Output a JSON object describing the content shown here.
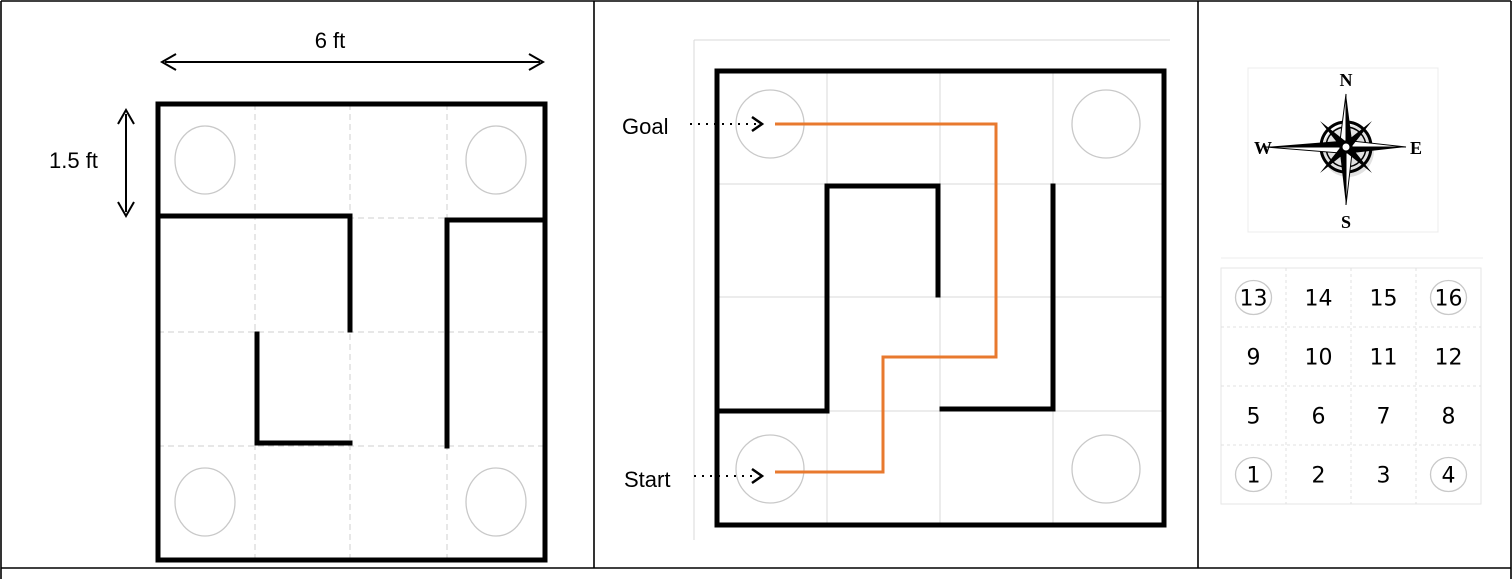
{
  "left_panel": {
    "width_label": "6 ft",
    "height_label": "1.5 ft"
  },
  "middle_panel": {
    "goal_label": "Goal",
    "start_label": "Start"
  },
  "compass": {
    "north": "N",
    "south": "S",
    "east": "E",
    "west": "W"
  },
  "cell_grid": {
    "rows": [
      [
        "13",
        "14",
        "15",
        "16"
      ],
      [
        "9",
        "10",
        "11",
        "12"
      ],
      [
        "5",
        "6",
        "7",
        "8"
      ],
      [
        "1",
        "2",
        "3",
        "4"
      ]
    ],
    "circled": [
      "13",
      "16",
      "1",
      "4"
    ]
  },
  "colors": {
    "path": "#e8792e",
    "walls": "#000000",
    "grid": "#cfcfcf"
  }
}
